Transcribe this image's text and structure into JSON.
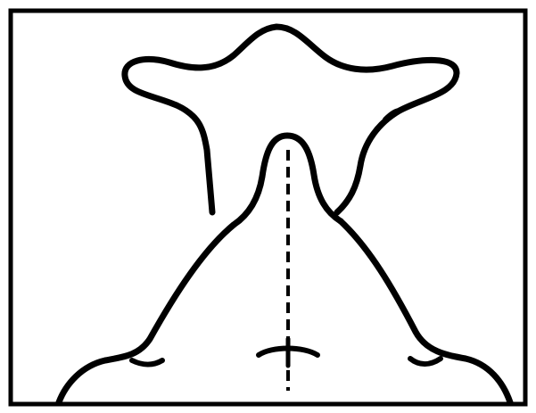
{
  "figure": {
    "colors": {
      "background": "#ffffff",
      "ink": "#000000"
    },
    "elements": [
      "outer-frame",
      "head-outline",
      "neck-outline",
      "body-outline",
      "center-dashed-line",
      "cross-mark"
    ]
  }
}
